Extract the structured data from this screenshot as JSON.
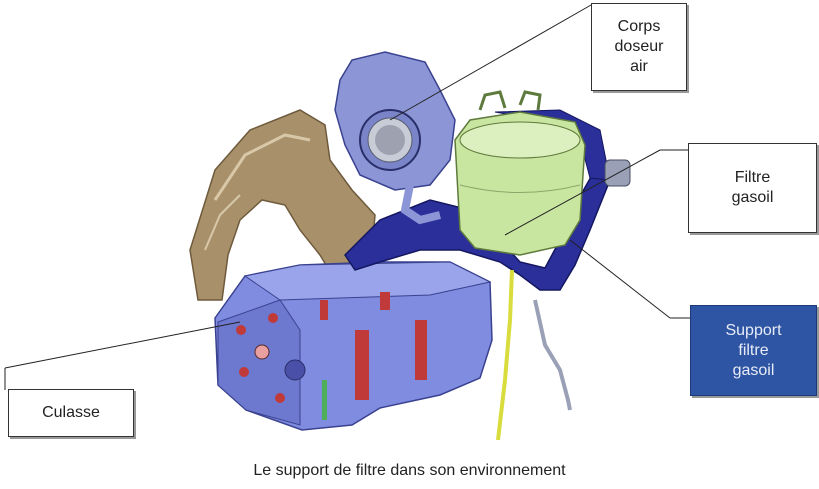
{
  "labels": {
    "corps_doseur_air": "Corps\ndoseur\nair",
    "filtre_gasoil": "Filtre\ngasoil",
    "support_filtre_gasoil": "Support\nfiltre\ngasoil",
    "culasse": "Culasse"
  },
  "caption": "Le support de filtre dans son environnement",
  "colors": {
    "support_box": "#2e55a4",
    "filter": "#c8e6a0",
    "throttle_body": "#8c96d6",
    "cylinder_head": "#7f8ce0",
    "cover": "#a8906a",
    "support": "#2a2f9a",
    "fuel_line": "#d8dc3c"
  }
}
